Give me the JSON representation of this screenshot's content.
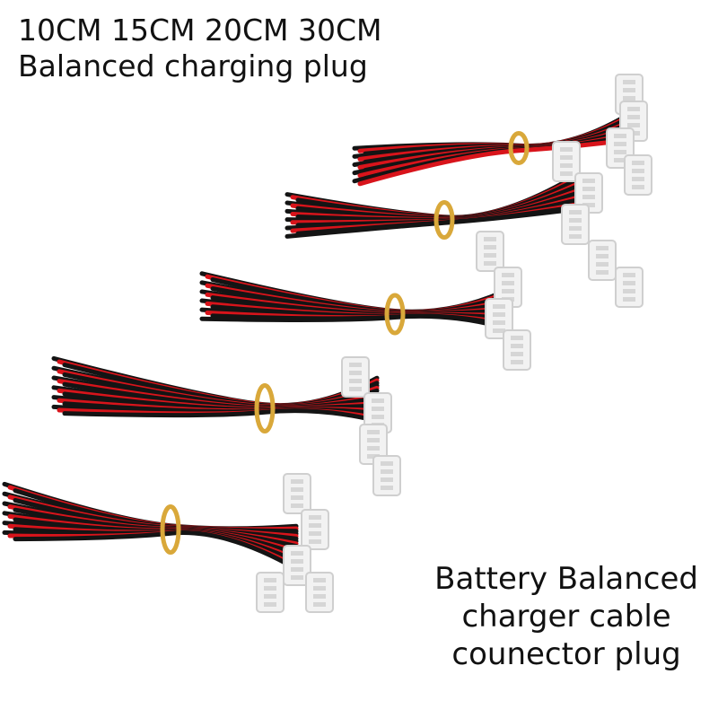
{
  "headline": {
    "lengths": "10CM 15CM 20CM 30CM",
    "subtitle": "Balanced charging plug"
  },
  "caption": {
    "line1": "Battery Balanced",
    "line2": "charger cable",
    "line3": "counector plug"
  },
  "colors": {
    "background": "#ffffff",
    "wire_black": "#141414",
    "wire_red": "#d8141b",
    "connector": "#f2f2f2",
    "band": "#d9a83a",
    "text": "#111111"
  }
}
